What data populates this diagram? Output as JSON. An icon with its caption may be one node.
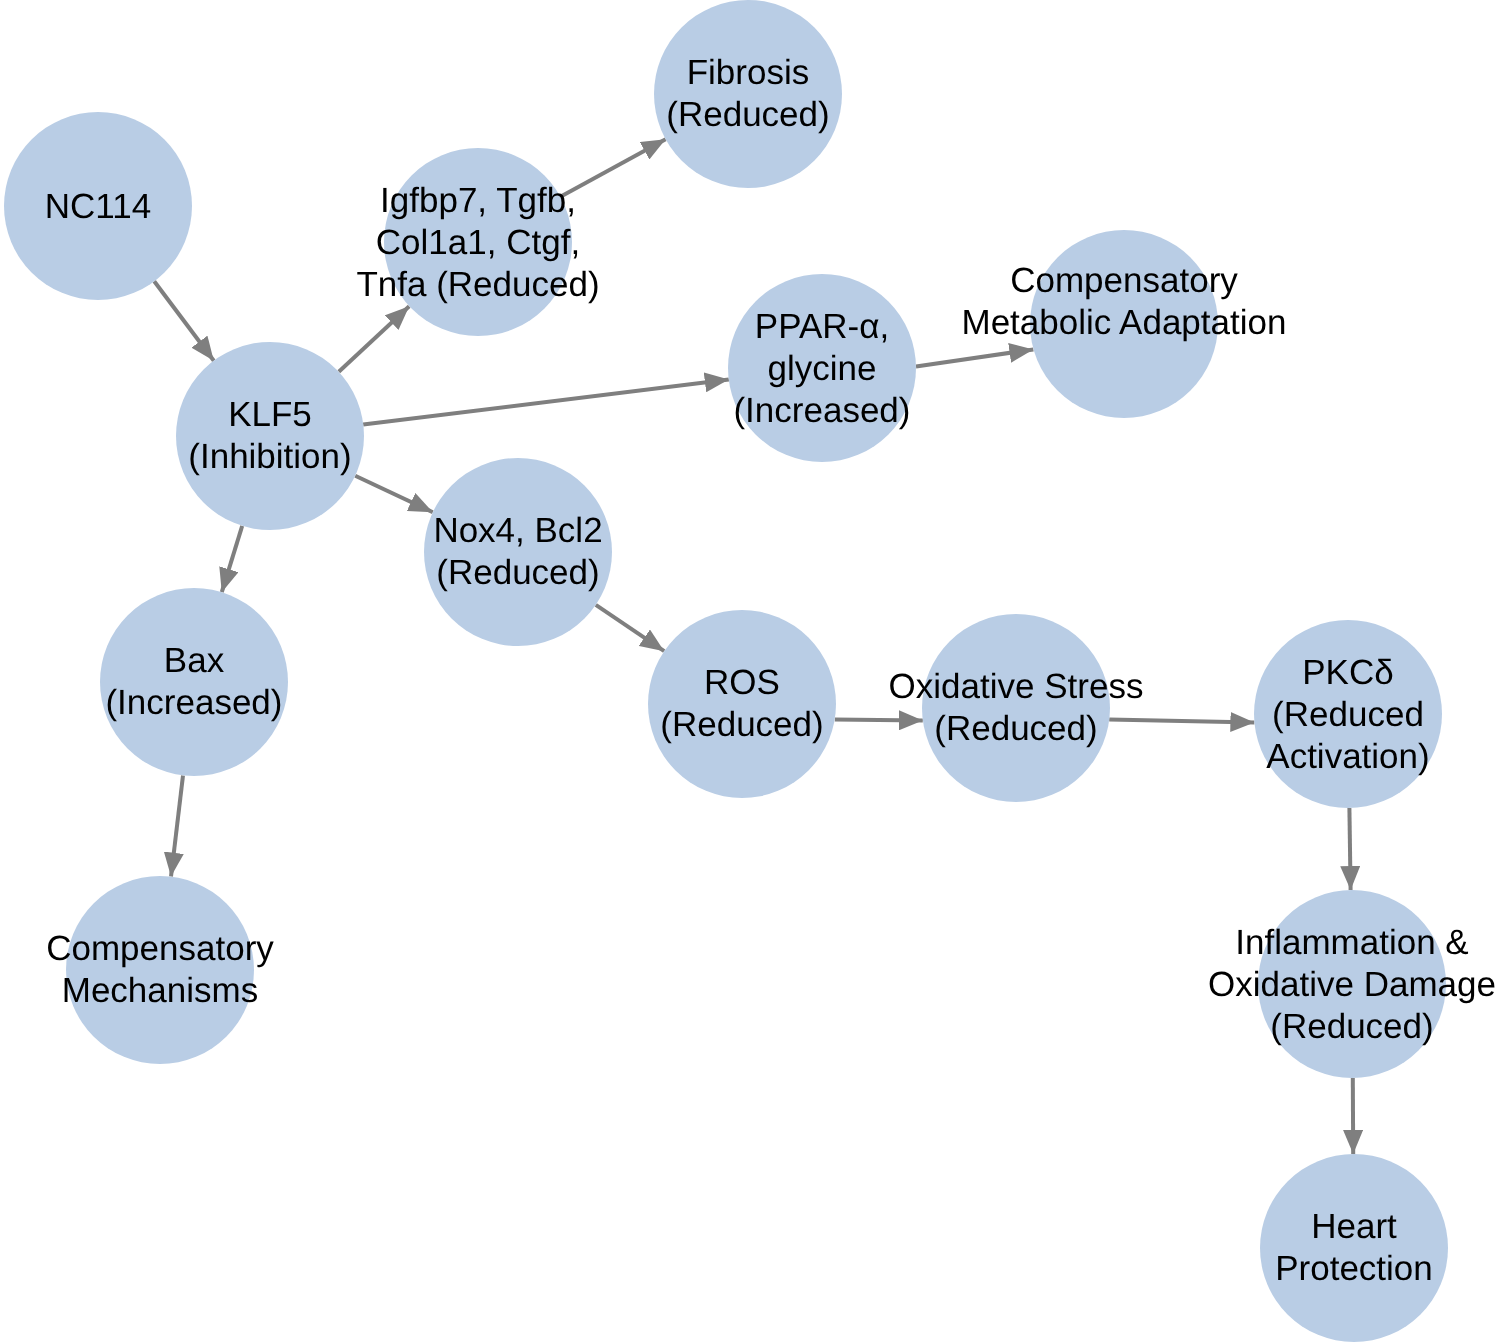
{
  "diagram": {
    "nodes": [
      {
        "text": [
          "NC114"
        ]
      },
      {
        "text": [
          "KLF5 (Inhibition)"
        ]
      },
      {
        "text": [
          "Igfbp7, Tgfb, Col1a1, Ctgf, Tnfa (Reduced)"
        ]
      },
      {
        "text": [
          "Fibrosis (Reduced)"
        ]
      },
      {
        "text": [
          "PPAR-α, glycine (Increased)"
        ]
      },
      {
        "text": [
          "Compensatory Metabolic Adaptation"
        ]
      },
      {
        "text": [
          "Nox4, Bcl2 (Reduced)"
        ]
      },
      {
        "text": [
          "ROS (Reduced)"
        ]
      },
      {
        "text": [
          "Oxidative Stress (Reduced)"
        ]
      },
      {
        "text": [
          "PKCδ (Reduced Activation)"
        ]
      },
      {
        "text": [
          "Inflammation & Oxidative Damage (Reduced)"
        ]
      },
      {
        "text": [
          "Heart Protection"
        ]
      },
      {
        "text": [
          "Bax (Increased)"
        ]
      },
      {
        "text": [
          "Compensatory Mechanisms"
        ]
      }
    ],
    "edges": [
      {
        "from": 0,
        "to": 1,
        "arrow": "to"
      },
      {
        "from": 1,
        "to": 2,
        "arrow": "to"
      },
      {
        "from": 2,
        "to": 3,
        "arrow": "to"
      },
      {
        "from": 1,
        "to": 4,
        "arrow": "to"
      },
      {
        "from": 4,
        "to": 5,
        "arrow": "to"
      },
      {
        "from": 1,
        "to": 6,
        "arrow": "to"
      },
      {
        "from": 6,
        "to": 7,
        "arrow": "to"
      },
      {
        "from": 7,
        "to": 8,
        "arrow": "to"
      },
      {
        "from": 8,
        "to": 9,
        "arrow": "to"
      },
      {
        "from": 9,
        "to": 10,
        "arrow": "to"
      },
      {
        "from": 10,
        "to": 11,
        "arrow": "to"
      },
      {
        "from": 1,
        "to": 12,
        "arrow": "to"
      },
      {
        "from": 12,
        "to": 13,
        "arrow": "to"
      }
    ]
  }
}
